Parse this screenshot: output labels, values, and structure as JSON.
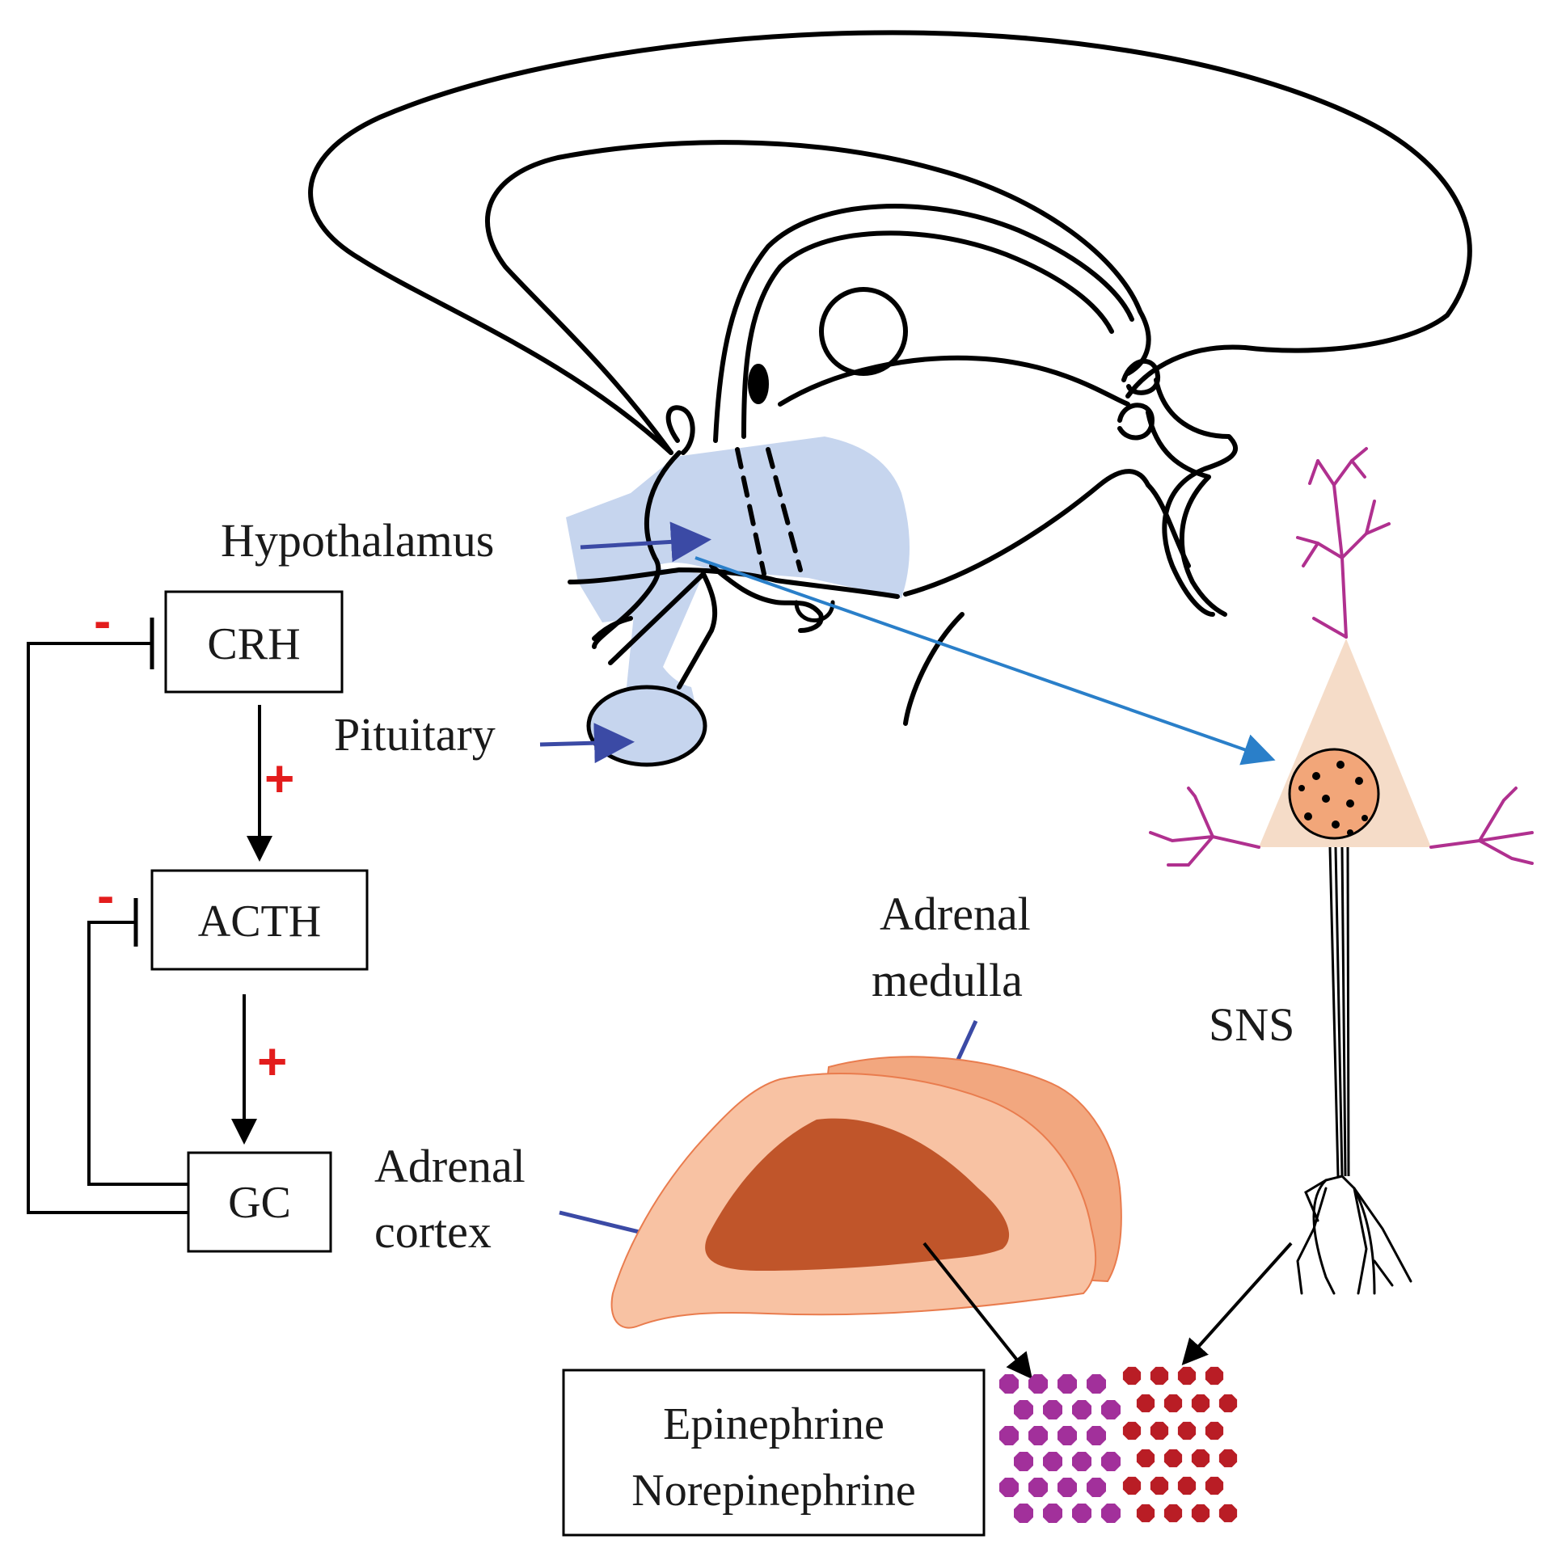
{
  "labels": {
    "hypothalamus": "Hypothalamus",
    "pituitary": "Pituitary",
    "adrenal_medulla_line1": "Adrenal",
    "adrenal_medulla_line2": "medulla",
    "adrenal_cortex_line1": "Adrenal",
    "adrenal_cortex_line2": "cortex",
    "sns": "SNS"
  },
  "boxes": {
    "crh": "CRH",
    "acth": "ACTH",
    "gc": "GC",
    "catecholamines_line1": "Epinephrine",
    "catecholamines_line2": "Norepinephrine"
  },
  "signs": {
    "crh_feedback": "-",
    "acth_feedback": "-",
    "crh_to_acth": "+",
    "acth_to_gc": "+"
  },
  "colors": {
    "outline": "#000000",
    "brain_region": "#c6d5ee",
    "label_arrow": "#3b4aa5",
    "sns_arrow": "#2a7fc9",
    "positive_sign": "#e31c1c",
    "negative_sign": "#e31c1c",
    "neuron_body": "#f5dcc8",
    "neuron_nucleus": "#f2a679",
    "dendrite": "#b0308f",
    "adrenal_outer": "#f8c2a3",
    "adrenal_mid": "#f2a77f",
    "adrenal_medulla": "#c0552a",
    "granule_purple": "#a2309b",
    "granule_red": "#b91d25"
  }
}
